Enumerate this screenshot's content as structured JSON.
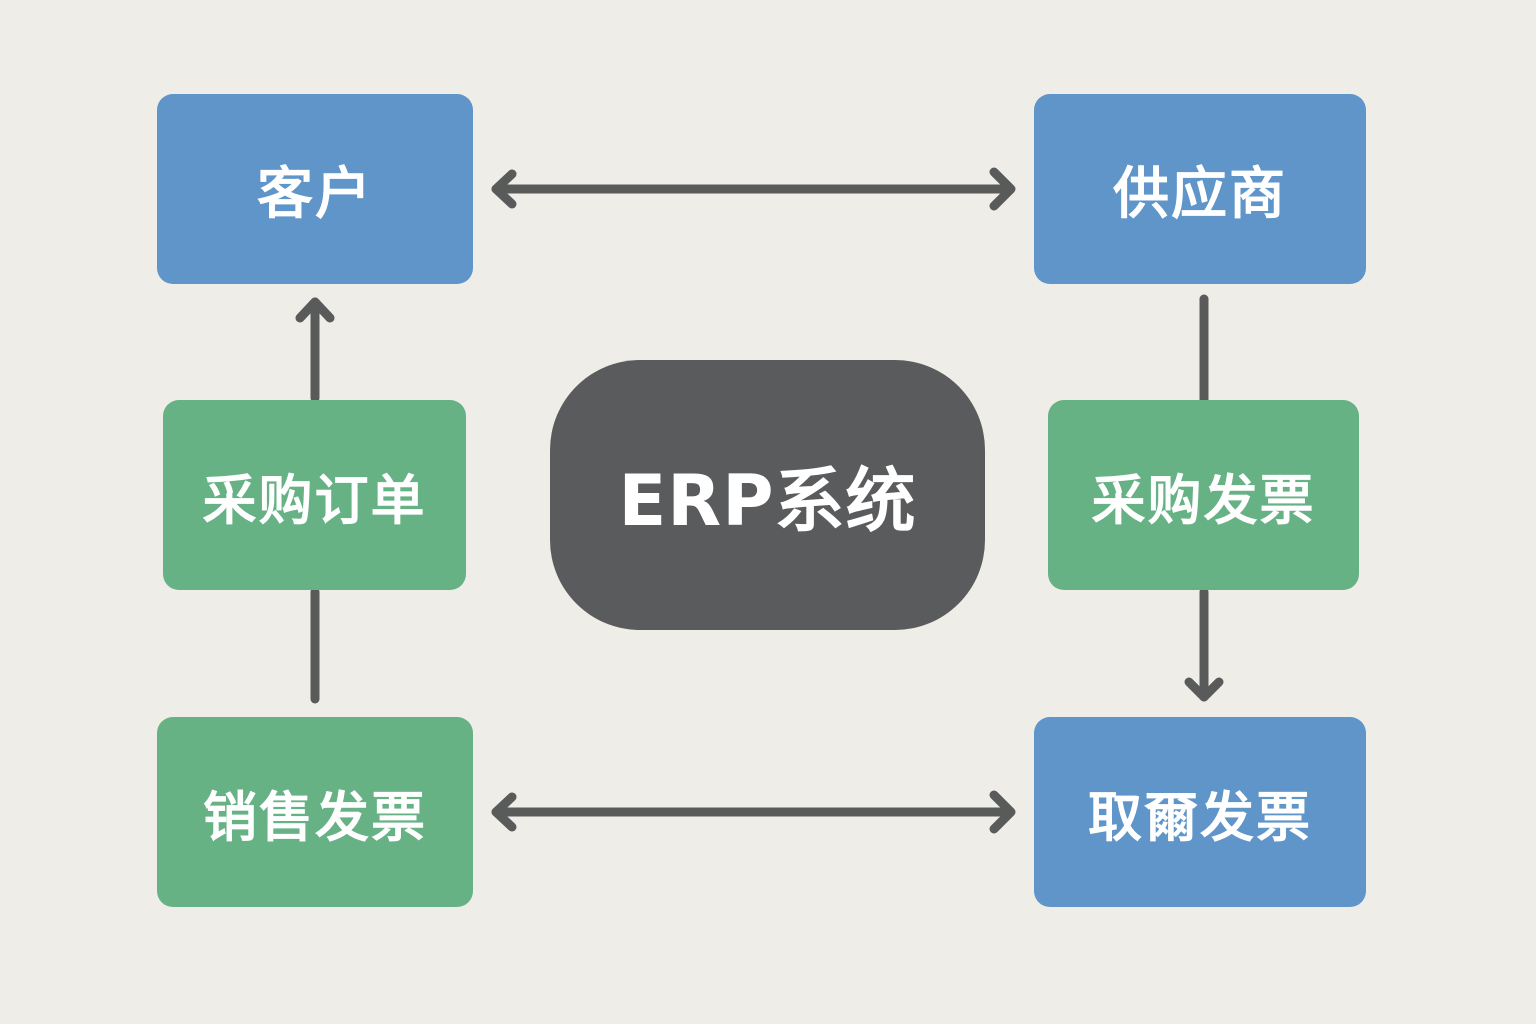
{
  "diagram": {
    "title": "ERP系统",
    "colors": {
      "background": "#efede7",
      "blue_node": "#5f95c8",
      "green_node": "#66b285",
      "center_node": "#5a5b5c",
      "arrow": "#595a5a",
      "text": "#ffffff"
    },
    "nodes": {
      "customer": "客户",
      "supplier": "供应商",
      "purchase_order": "采购订单",
      "erp": "ERP系统",
      "purchase_invoice": "采购发票",
      "sales_invoice": "销售发票",
      "cancel_invoice": "取爾发票"
    },
    "edges": [
      {
        "from": "客户",
        "to": "供应商",
        "type": "bidirectional"
      },
      {
        "from": "销售发票",
        "to": "采购订单",
        "type": "line"
      },
      {
        "from": "采购订单",
        "to": "客户",
        "type": "arrow"
      },
      {
        "from": "供应商",
        "to": "采购发票",
        "type": "line"
      },
      {
        "from": "采购发票",
        "to": "取爾发票",
        "type": "arrow"
      },
      {
        "from": "销售发票",
        "to": "取爾发票",
        "type": "bidirectional"
      }
    ]
  }
}
